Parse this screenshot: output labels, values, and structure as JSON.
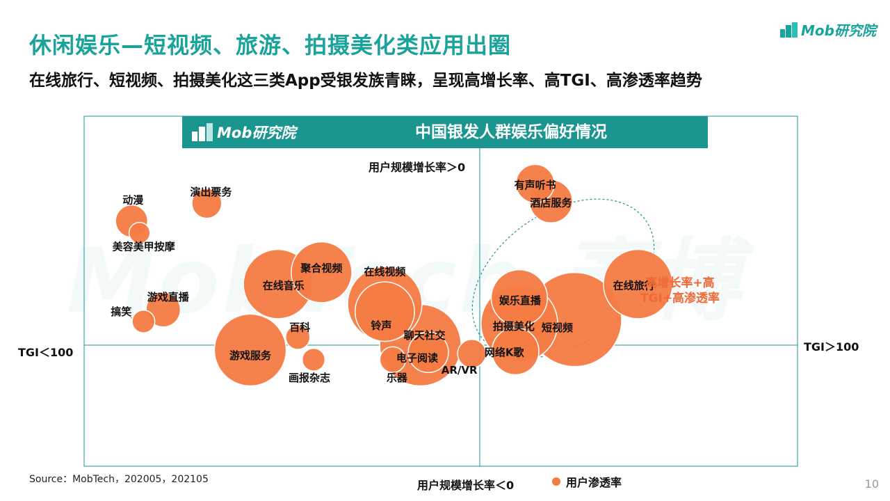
{
  "header": {
    "title": "休闲娱乐—短视频、旅游、拍摄美化类应用出圈",
    "subtitle": "在线旅行、短视频、拍摄美化这三类App受银发族青睐，呈现高增长率、高TGI、高渗透率趋势",
    "brand": "Mob研究院"
  },
  "panel": {
    "brand": "Mob研究院",
    "title": "中国银发人群娱乐偏好情况"
  },
  "watermark": "MobTech 袤博",
  "footer": {
    "source": "Source：MobTech，202005，202105",
    "page": "10"
  },
  "legend": {
    "label": "用户渗透率"
  },
  "annotation": {
    "line1": "高增长率+高",
    "line2": "TGI+高渗透率"
  },
  "colors": {
    "brand": "#1a958f",
    "bubble": "#f47b42",
    "annotation": "#f06a35"
  },
  "chart_data": {
    "type": "scatter",
    "bubble": true,
    "axis_labels": {
      "top": "用户规模增长率＞0",
      "bottom": "用户规模增长率＜0",
      "left": "TGI＜100",
      "right": "TGI＞100"
    },
    "xlim": [
      -100,
      100
    ],
    "ylim": [
      -100,
      100
    ],
    "grid": false,
    "points": [
      {
        "label": "有声听书",
        "x": 14,
        "y": 82,
        "size": 2
      },
      {
        "label": "酒店服务",
        "x": 18,
        "y": 73,
        "size": 2.5
      },
      {
        "label": "动漫",
        "x": -88,
        "y": 63,
        "size": 1.4
      },
      {
        "label": "演出票务",
        "x": -69,
        "y": 72,
        "size": 1.2
      },
      {
        "label": "美容美甲按摩",
        "x": -86,
        "y": 57,
        "size": 0.6
      },
      {
        "label": "在线音乐",
        "x": -51,
        "y": 31,
        "size": 6.5
      },
      {
        "label": "聚合视频",
        "x": -40,
        "y": 37,
        "size": 5
      },
      {
        "label": "在线旅行",
        "x": 40,
        "y": 31,
        "size": 6.5
      },
      {
        "label": "游戏直播",
        "x": -80,
        "y": 18,
        "size": 1.6
      },
      {
        "label": "搞笑",
        "x": -85,
        "y": 12,
        "size": 0.7
      },
      {
        "label": "在线视频",
        "x": -24,
        "y": 21,
        "size": 7.5
      },
      {
        "label": "铃声",
        "x": -24,
        "y": 17,
        "size": 4.8
      },
      {
        "label": "娱乐直播",
        "x": 10,
        "y": 24,
        "size": 4.3
      },
      {
        "label": "短视频",
        "x": 24,
        "y": 13,
        "size": 12
      },
      {
        "label": "拍摄美化",
        "x": 10,
        "y": 11,
        "size": 8
      },
      {
        "label": "网络K歌",
        "x": 9,
        "y": -5,
        "size": 3
      },
      {
        "label": "百科",
        "x": -46,
        "y": 4,
        "size": 0.8
      },
      {
        "label": "游戏服务",
        "x": -58,
        "y": -4,
        "size": 7
      },
      {
        "label": "聊天社交",
        "x": -15,
        "y": 0,
        "size": 9
      },
      {
        "label": "电子阅读",
        "x": -13,
        "y": -6,
        "size": 2.2
      },
      {
        "label": "AR/VR",
        "x": -2,
        "y": -7,
        "size": 1.1
      },
      {
        "label": "画报杂志",
        "x": -42,
        "y": -12,
        "size": 0.7
      },
      {
        "label": "乐器",
        "x": -22,
        "y": -12,
        "size": 0.9
      }
    ]
  }
}
